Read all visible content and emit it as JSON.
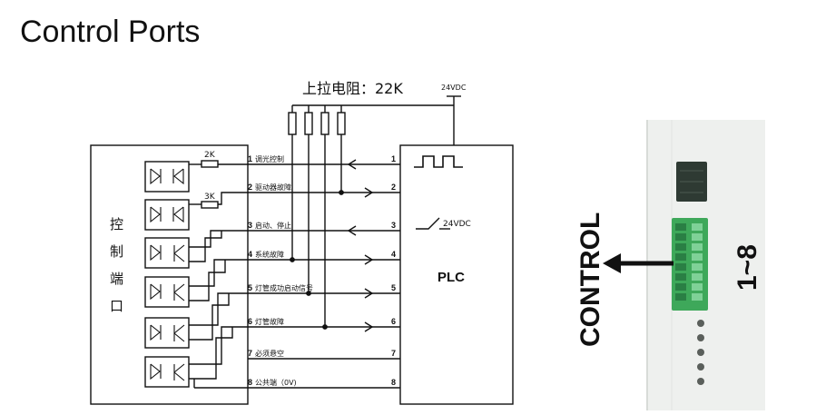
{
  "page_title": "Control Ports",
  "diagram": {
    "pullup_label": "上拉电阻：22K",
    "supply_label": "24VDC",
    "port_block_label": [
      "控",
      "制",
      "端",
      "口"
    ],
    "r1_label": "2K",
    "r2_label": "3K",
    "pins": [
      {
        "num": "1",
        "label": "调光控制"
      },
      {
        "num": "2",
        "label": "驱动器故障"
      },
      {
        "num": "3",
        "label": "启动、停止"
      },
      {
        "num": "4",
        "label": "系统故障"
      },
      {
        "num": "5",
        "label": "灯管成功启动信号"
      },
      {
        "num": "6",
        "label": "灯管故障"
      },
      {
        "num": "7",
        "label": "必须悬空"
      },
      {
        "num": "8",
        "label": "公共端（0V)"
      }
    ],
    "plc_label": "PLC",
    "plc_switch_label": "24VDC"
  },
  "photo": {
    "control_label": "CONTROL",
    "range_label": "1~8"
  }
}
